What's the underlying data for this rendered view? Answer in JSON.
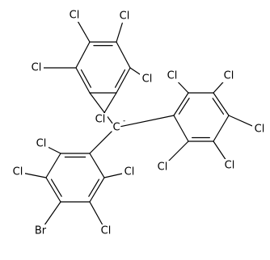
{
  "structure": {
    "atoms": [
      {
        "id": 0,
        "element": "C"
      },
      {
        "id": 1,
        "element": "C"
      },
      {
        "id": 2,
        "element": "C"
      },
      {
        "id": 3,
        "element": "C"
      },
      {
        "id": 4,
        "element": "C"
      },
      {
        "id": 5,
        "element": "C"
      },
      {
        "id": 6,
        "element": "C"
      },
      {
        "id": 7,
        "element": "Cl",
        "label": "Cl"
      },
      {
        "id": 8,
        "element": "Cl",
        "label": "Cl"
      },
      {
        "id": 9,
        "element": "Cl",
        "label": "Cl"
      },
      {
        "id": 10,
        "element": "Cl",
        "label": "Cl"
      },
      {
        "id": 11,
        "element": "Cl",
        "label": "Cl"
      },
      {
        "id": 12,
        "element": "C"
      },
      {
        "id": 13,
        "element": "C"
      },
      {
        "id": 14,
        "element": "C"
      },
      {
        "id": 15,
        "element": "C"
      },
      {
        "id": 16,
        "element": "C"
      },
      {
        "id": 17,
        "element": "C"
      },
      {
        "id": 18,
        "element": "Cl",
        "label": "Cl"
      },
      {
        "id": 19,
        "element": "Cl",
        "label": "Cl"
      },
      {
        "id": 20,
        "element": "Cl",
        "label": "Cl"
      },
      {
        "id": 21,
        "element": "Cl",
        "label": "Cl"
      },
      {
        "id": 22,
        "element": "Cl",
        "label": "Cl"
      },
      {
        "id": 23,
        "element": "C"
      },
      {
        "id": 24,
        "element": "C"
      },
      {
        "id": 25,
        "element": "C"
      },
      {
        "id": 26,
        "element": "C"
      },
      {
        "id": 27,
        "element": "C"
      },
      {
        "id": 28,
        "element": "C"
      },
      {
        "id": 29,
        "element": "Cl",
        "label": "Cl"
      },
      {
        "id": 30,
        "element": "Cl",
        "label": "Cl"
      },
      {
        "id": 31,
        "element": "Br",
        "label": "Br"
      },
      {
        "id": 32,
        "element": "Cl",
        "label": "Cl"
      },
      {
        "id": 33,
        "element": "Cl",
        "label": "Cl"
      }
    ],
    "bonds": [
      {
        "a": 0,
        "b": 1,
        "order": 1
      },
      {
        "a": 1,
        "b": 2,
        "order": 2
      },
      {
        "a": 2,
        "b": 3,
        "order": 1
      },
      {
        "a": 3,
        "b": 4,
        "order": 2
      },
      {
        "a": 4,
        "b": 5,
        "order": 1
      },
      {
        "a": 5,
        "b": 6,
        "order": 2
      },
      {
        "a": 6,
        "b": 1,
        "order": 1
      },
      {
        "a": 2,
        "b": 7,
        "order": 1
      },
      {
        "a": 3,
        "b": 8,
        "order": 1
      },
      {
        "a": 4,
        "b": 9,
        "order": 1
      },
      {
        "a": 5,
        "b": 10,
        "order": 1
      },
      {
        "a": 6,
        "b": 11,
        "order": 1
      },
      {
        "a": 0,
        "b": 12,
        "order": 1
      },
      {
        "a": 12,
        "b": 13,
        "order": 2
      },
      {
        "a": 13,
        "b": 14,
        "order": 1
      },
      {
        "a": 14,
        "b": 15,
        "order": 2
      },
      {
        "a": 15,
        "b": 16,
        "order": 1
      },
      {
        "a": 16,
        "b": 17,
        "order": 2
      },
      {
        "a": 17,
        "b": 12,
        "order": 1
      },
      {
        "a": 13,
        "b": 18,
        "order": 1
      },
      {
        "a": 14,
        "b": 19,
        "order": 1
      },
      {
        "a": 15,
        "b": 20,
        "order": 1
      },
      {
        "a": 16,
        "b": 21,
        "order": 1
      },
      {
        "a": 17,
        "b": 22,
        "order": 1
      },
      {
        "a": 0,
        "b": 23,
        "order": 1
      },
      {
        "a": 23,
        "b": 24,
        "order": 2
      },
      {
        "a": 24,
        "b": 25,
        "order": 1
      },
      {
        "a": 25,
        "b": 26,
        "order": 2
      },
      {
        "a": 26,
        "b": 27,
        "order": 1
      },
      {
        "a": 27,
        "b": 28,
        "order": 2
      },
      {
        "a": 28,
        "b": 23,
        "order": 1
      },
      {
        "a": 24,
        "b": 29,
        "order": 1
      },
      {
        "a": 25,
        "b": 30,
        "order": 1
      },
      {
        "a": 26,
        "b": 31,
        "order": 1
      },
      {
        "a": 27,
        "b": 32,
        "order": 1
      },
      {
        "a": 28,
        "b": 33,
        "order": 1
      }
    ],
    "carbanion": {
      "atom": 0,
      "label": "C",
      "charge": "-"
    }
  }
}
